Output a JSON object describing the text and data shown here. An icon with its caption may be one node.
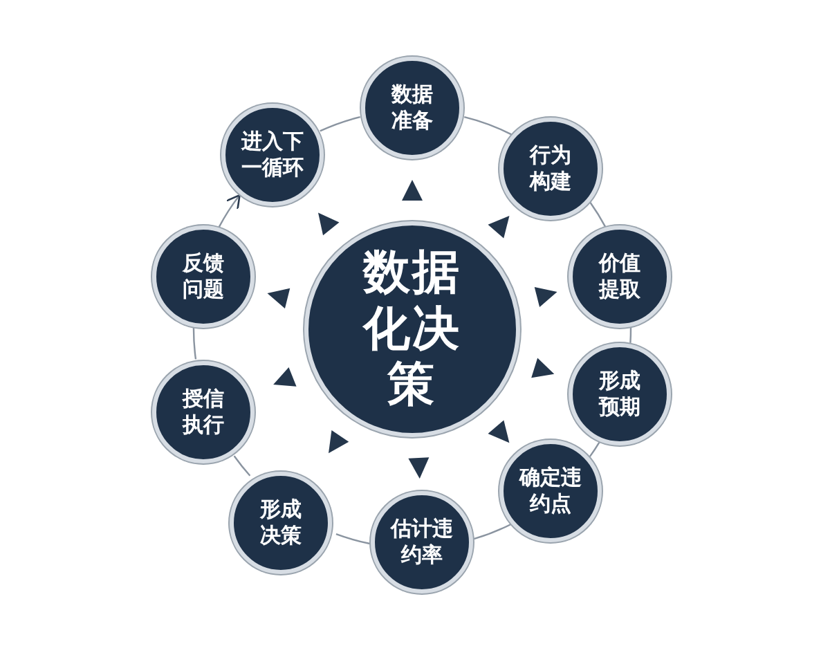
{
  "diagram": {
    "nodes": [
      {
        "text": [
          "数据化决策"
        ]
      },
      {
        "text": [
          "数据准备"
        ]
      },
      {
        "text": [
          "行为构建"
        ]
      },
      {
        "text": [
          "价值提取"
        ]
      },
      {
        "text": [
          "形成预期"
        ]
      },
      {
        "text": [
          "确定违约点"
        ]
      },
      {
        "text": [
          "估计违约率"
        ]
      },
      {
        "text": [
          "形成决策"
        ]
      },
      {
        "text": [
          "授信执行"
        ]
      },
      {
        "text": [
          "反馈问题"
        ]
      },
      {
        "text": [
          "进入下一循环"
        ]
      },
      {
        "text": [],
        "shape": "triangle"
      },
      {
        "text": [],
        "shape": "triangle"
      },
      {
        "text": [],
        "shape": "triangle"
      },
      {
        "text": [],
        "shape": "triangle"
      },
      {
        "text": [],
        "shape": "triangle"
      },
      {
        "text": [],
        "shape": "triangle"
      },
      {
        "text": [],
        "shape": "triangle"
      },
      {
        "text": [],
        "shape": "triangle"
      },
      {
        "text": [],
        "shape": "triangle"
      },
      {
        "text": [],
        "shape": "triangle"
      }
    ],
    "edges": [
      {
        "from": 1,
        "to": 2,
        "arrow": "none"
      },
      {
        "from": 2,
        "to": 3,
        "arrow": "none"
      },
      {
        "from": 3,
        "to": 4,
        "arrow": "none"
      },
      {
        "from": 4,
        "to": 5,
        "arrow": "none"
      },
      {
        "from": 5,
        "to": 6,
        "arrow": "none"
      },
      {
        "from": 6,
        "to": 7,
        "arrow": "none"
      },
      {
        "from": 7,
        "to": 8,
        "arrow": "none"
      },
      {
        "from": 8,
        "to": 9,
        "arrow": "none"
      },
      {
        "from": 9,
        "to": 10,
        "arrow": "to"
      },
      {
        "from": 10,
        "to": 1,
        "arrow": "none"
      }
    ]
  }
}
